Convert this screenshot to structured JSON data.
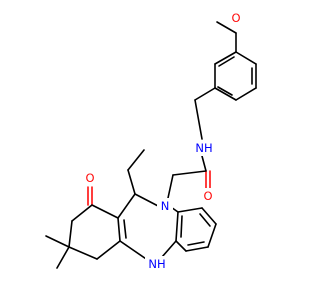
{
  "structure": {
    "background": "#ffffff",
    "bond_color": "#000000",
    "atom_colors": {
      "O": "#ff0d0d",
      "N": "#0000ff"
    },
    "labels": {
      "methoxy_O": "O",
      "amide_NH": "NH",
      "amide_O": "O",
      "ring_N": "N",
      "ketone_O": "O",
      "ring_NH": "NH"
    }
  }
}
